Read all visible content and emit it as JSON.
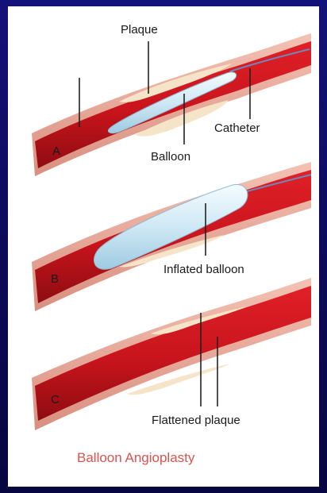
{
  "labels": {
    "plaque": "Plaque",
    "catheter": "Catheter",
    "balloon": "Balloon",
    "inflated_balloon": "Inflated balloon",
    "flattened_plaque": "Flattened plaque"
  },
  "panels": [
    "A",
    "B",
    "C"
  ],
  "caption": "Balloon Angioplasty",
  "colors": {
    "vessel_wall": "#e8a79a",
    "lumen": "#c8141c",
    "lumen_dark": "#8e0c12",
    "plaque": "#f6e4c9",
    "balloon": "#cfe8f4",
    "caption": "#d9534f"
  }
}
